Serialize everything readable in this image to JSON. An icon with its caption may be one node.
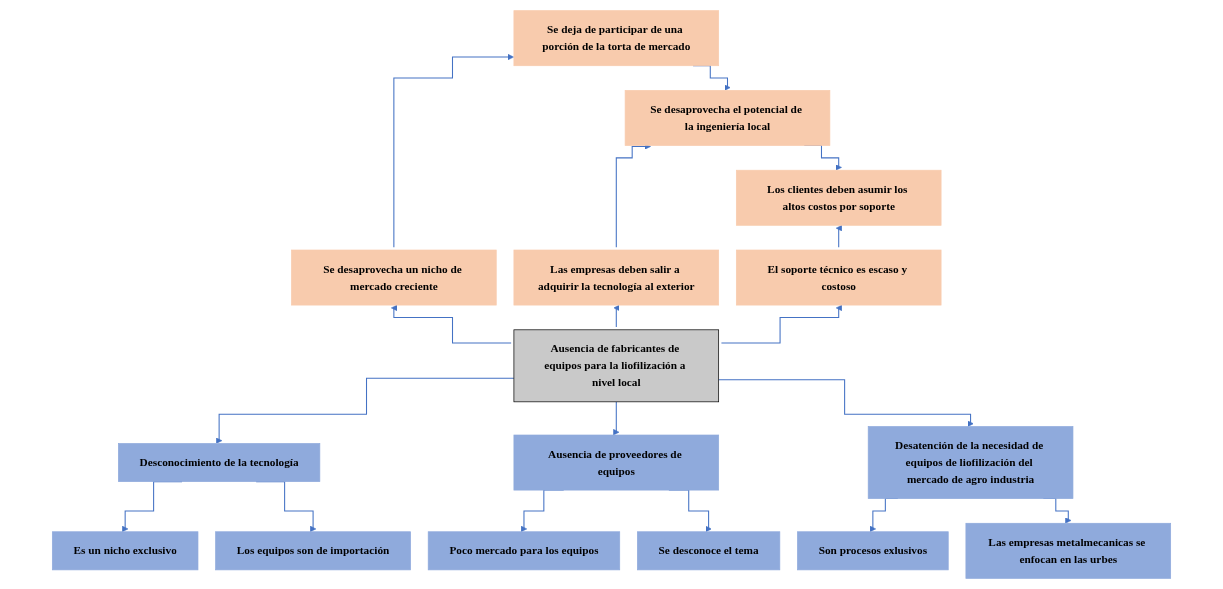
{
  "diagram": {
    "nodes": [
      {
        "text": [
          "Se deja de participar de una porción de la torta de mercado"
        ]
      },
      {
        "text": [
          "Se desaprovecha el potencial de la ingeniería local"
        ]
      },
      {
        "text": [
          "Los clientes deben asumir los altos costos por soporte"
        ]
      },
      {
        "text": [
          "Se desaprovecha un nicho de mercado creciente"
        ]
      },
      {
        "text": [
          "Las empresas deben salir a adquirir la tecnología al exterior"
        ]
      },
      {
        "text": [
          "El soporte técnico es escaso y costoso"
        ]
      },
      {
        "text": [
          "Ausencia de fabricantes de equipos para la liofilización a nivel local"
        ]
      },
      {
        "text": [
          "Desconocimiento de la tecnología"
        ]
      },
      {
        "text": [
          "Ausencia de proveedores de equipos"
        ]
      },
      {
        "text": [
          "Desatención de la necesidad de equipos de liofilización del mercado de agro industria"
        ]
      },
      {
        "text": [
          "Es un nicho exclusivo"
        ]
      },
      {
        "text": [
          "Los equipos son de importación"
        ]
      },
      {
        "text": [
          "Poco mercado para los equipos"
        ]
      },
      {
        "text": [
          "Se desconoce el tema"
        ]
      },
      {
        "text": [
          "Son procesos exlusivos"
        ]
      },
      {
        "text": [
          "Las empresas metalmecanicas se enfocan en las urbes"
        ]
      }
    ],
    "edges": [
      {
        "from": 0,
        "to": 1,
        "arrow": "to"
      },
      {
        "from": 1,
        "to": 2,
        "arrow": "to"
      },
      {
        "from": 3,
        "to": 0,
        "arrow": "to"
      },
      {
        "from": 4,
        "to": 1,
        "arrow": "to"
      },
      {
        "from": 5,
        "to": 2,
        "arrow": "to"
      },
      {
        "from": 6,
        "to": 3,
        "arrow": "to"
      },
      {
        "from": 6,
        "to": 4,
        "arrow": "to"
      },
      {
        "from": 6,
        "to": 5,
        "arrow": "to"
      },
      {
        "from": 6,
        "to": 7,
        "arrow": "to"
      },
      {
        "from": 6,
        "to": 8,
        "arrow": "to"
      },
      {
        "from": 6,
        "to": 9,
        "arrow": "to"
      },
      {
        "from": 7,
        "to": 10,
        "arrow": "to"
      },
      {
        "from": 7,
        "to": 11,
        "arrow": "to"
      },
      {
        "from": 8,
        "to": 12,
        "arrow": "to"
      },
      {
        "from": 8,
        "to": 13,
        "arrow": "to"
      },
      {
        "from": 9,
        "to": 14,
        "arrow": "to"
      },
      {
        "from": 9,
        "to": 15,
        "arrow": "to"
      }
    ]
  }
}
